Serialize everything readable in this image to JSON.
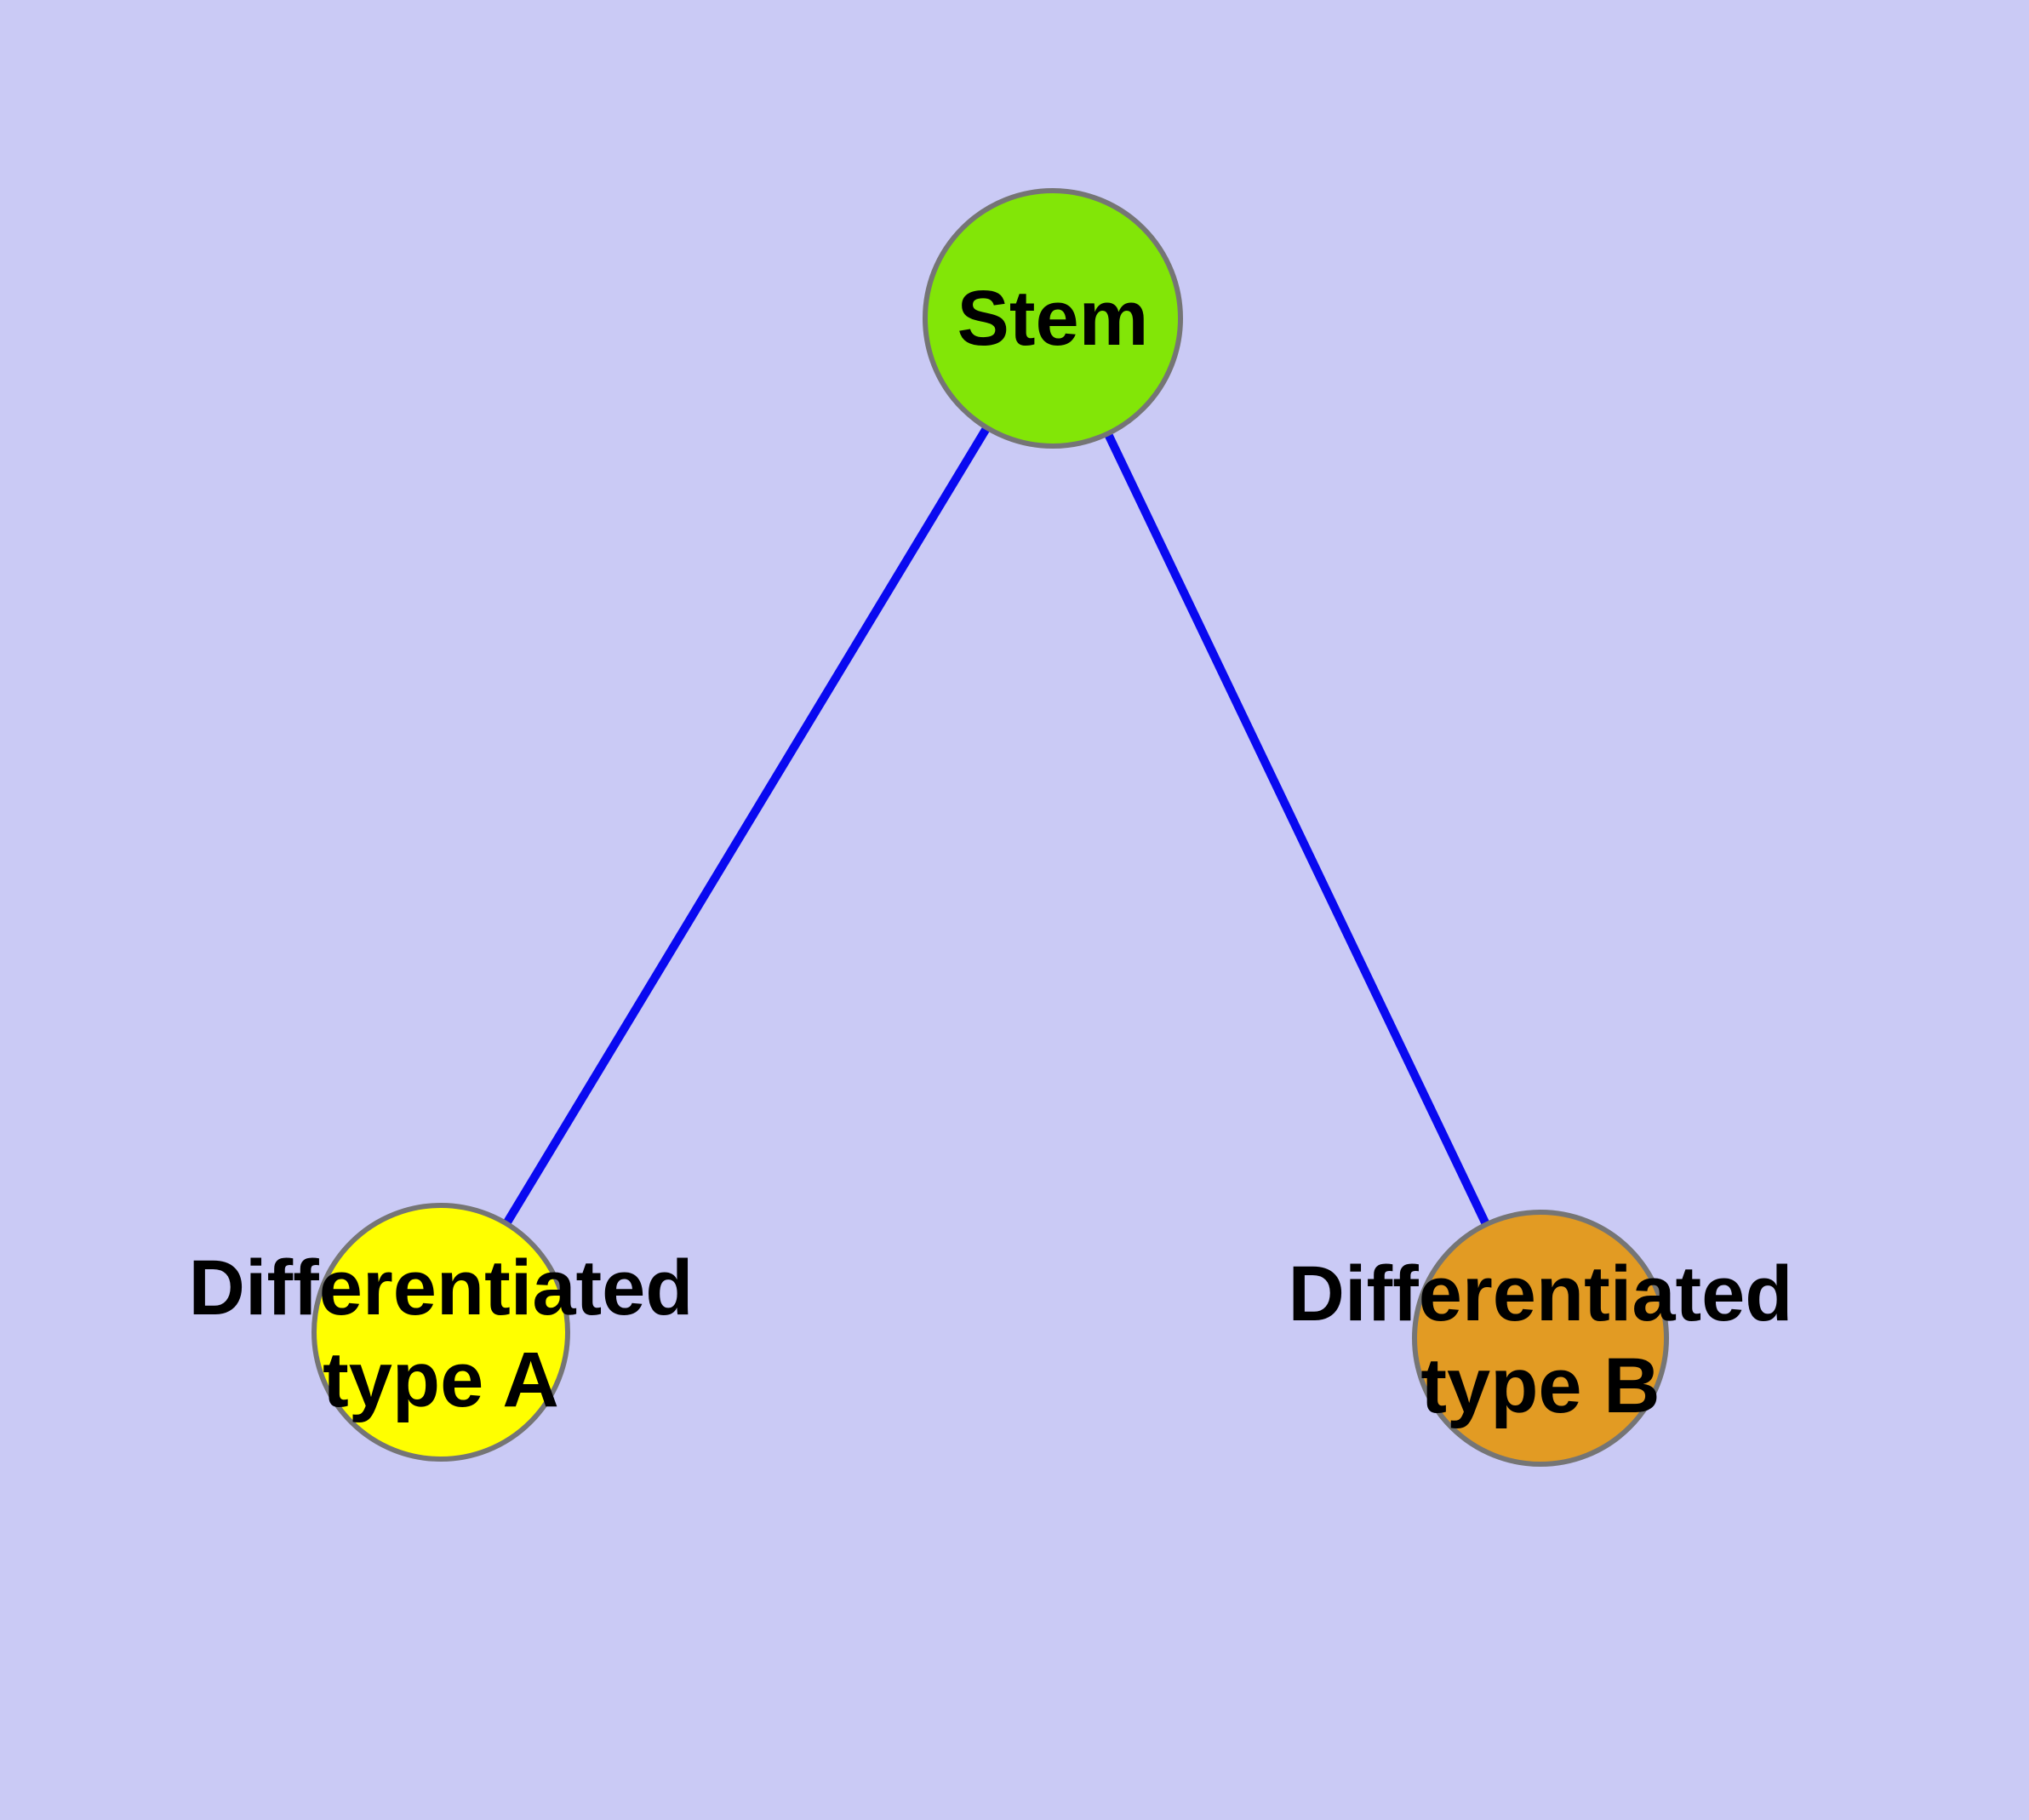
{
  "diagram": {
    "type": "node-link-graph",
    "description": "Cell differentiation hierarchy: a stem node connected to two differentiated cell type nodes",
    "colors": {
      "background": "#cacaf5",
      "edge": "#0909f0",
      "node_border": "#757575",
      "label_text": "#000000"
    },
    "nodes": {
      "stem": {
        "label": "Stem",
        "fill": "#82e607"
      },
      "type_a": {
        "lines": [
          "Differentiated",
          "type A"
        ],
        "fill": "#ffff00"
      },
      "type_b": {
        "lines": [
          "Differentiated",
          "type B"
        ],
        "fill": "#e29b23"
      }
    },
    "edges": [
      {
        "from": "Stem",
        "to": "Differentiated type A"
      },
      {
        "from": "Stem",
        "to": "Differentiated type B"
      }
    ]
  }
}
